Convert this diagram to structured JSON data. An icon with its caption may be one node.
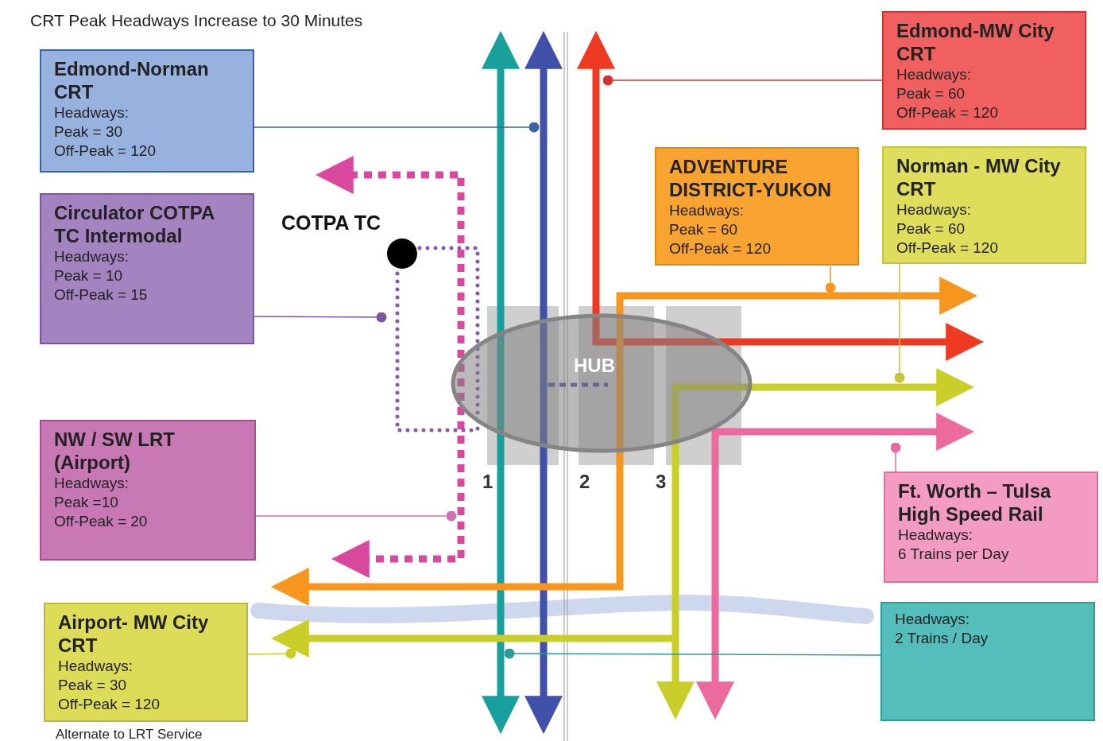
{
  "diagram": {
    "title": "CRT Peak Headways Increase to 30 Minutes",
    "nodes": [
      {
        "text": [
          "Edmond-Norman CRT",
          "Headways:",
          "Peak = 30",
          "Off-Peak = 120"
        ]
      },
      {
        "text": [
          "Circulator COTPA TC Intermodal",
          "Headways:",
          "Peak = 10",
          "Off-Peak = 15"
        ]
      },
      {
        "text": [
          "COTPA TC"
        ]
      },
      {
        "text": [
          "NW / SW LRT (Airport)",
          "Headways:",
          "Peak =10",
          "Off-Peak = 20"
        ]
      },
      {
        "text": [
          "Airport- MW City CRT",
          "Headways:",
          "Peak = 30",
          "Off-Peak = 120"
        ],
        "beside": [
          "Alternate to LRT Service"
        ]
      },
      {
        "text": [
          "Edmond-MW City CRT",
          "Headways:",
          "Peak = 60",
          "Off-Peak = 120"
        ]
      },
      {
        "text": [
          "ADVENTURE DISTRICT-YUKON",
          "Headways:",
          "Peak = 60",
          "Off-Peak = 120"
        ]
      },
      {
        "text": [
          "Norman - MW City CRT",
          "Headways:",
          "Peak = 60",
          "Off-Peak = 120"
        ]
      },
      {
        "text": [
          "Ft. Worth – Tulsa High Speed Rail",
          "Headways:",
          "6 Trains per Day"
        ]
      },
      {
        "text": [
          "Headways:",
          "2 Trains / Day"
        ]
      },
      {
        "text": [
          "HUB"
        ]
      }
    ],
    "edges": [
      {
        "from": 0,
        "to": null,
        "arrow": "other",
        "color": "#3c62a8"
      },
      {
        "from": 1,
        "to": null,
        "arrow": "other",
        "color": "#7b55a3"
      },
      {
        "from": 3,
        "to": null,
        "arrow": "other",
        "color": "#d070b0"
      },
      {
        "from": 4,
        "to": null,
        "arrow": "other",
        "color": "#c9cf28"
      },
      {
        "from": 5,
        "to": null,
        "arrow": "other",
        "color": "#d83030"
      },
      {
        "from": 6,
        "to": null,
        "arrow": "other",
        "color": "#f7961e"
      },
      {
        "from": 7,
        "to": null,
        "arrow": "other",
        "color": "#c4c43a"
      },
      {
        "from": 8,
        "to": null,
        "arrow": "other",
        "color": "#ec6a9e"
      },
      {
        "from": 9,
        "to": null,
        "arrow": "other",
        "color": "#2e9a98"
      }
    ],
    "labels": [
      "1",
      "2",
      "3"
    ]
  }
}
